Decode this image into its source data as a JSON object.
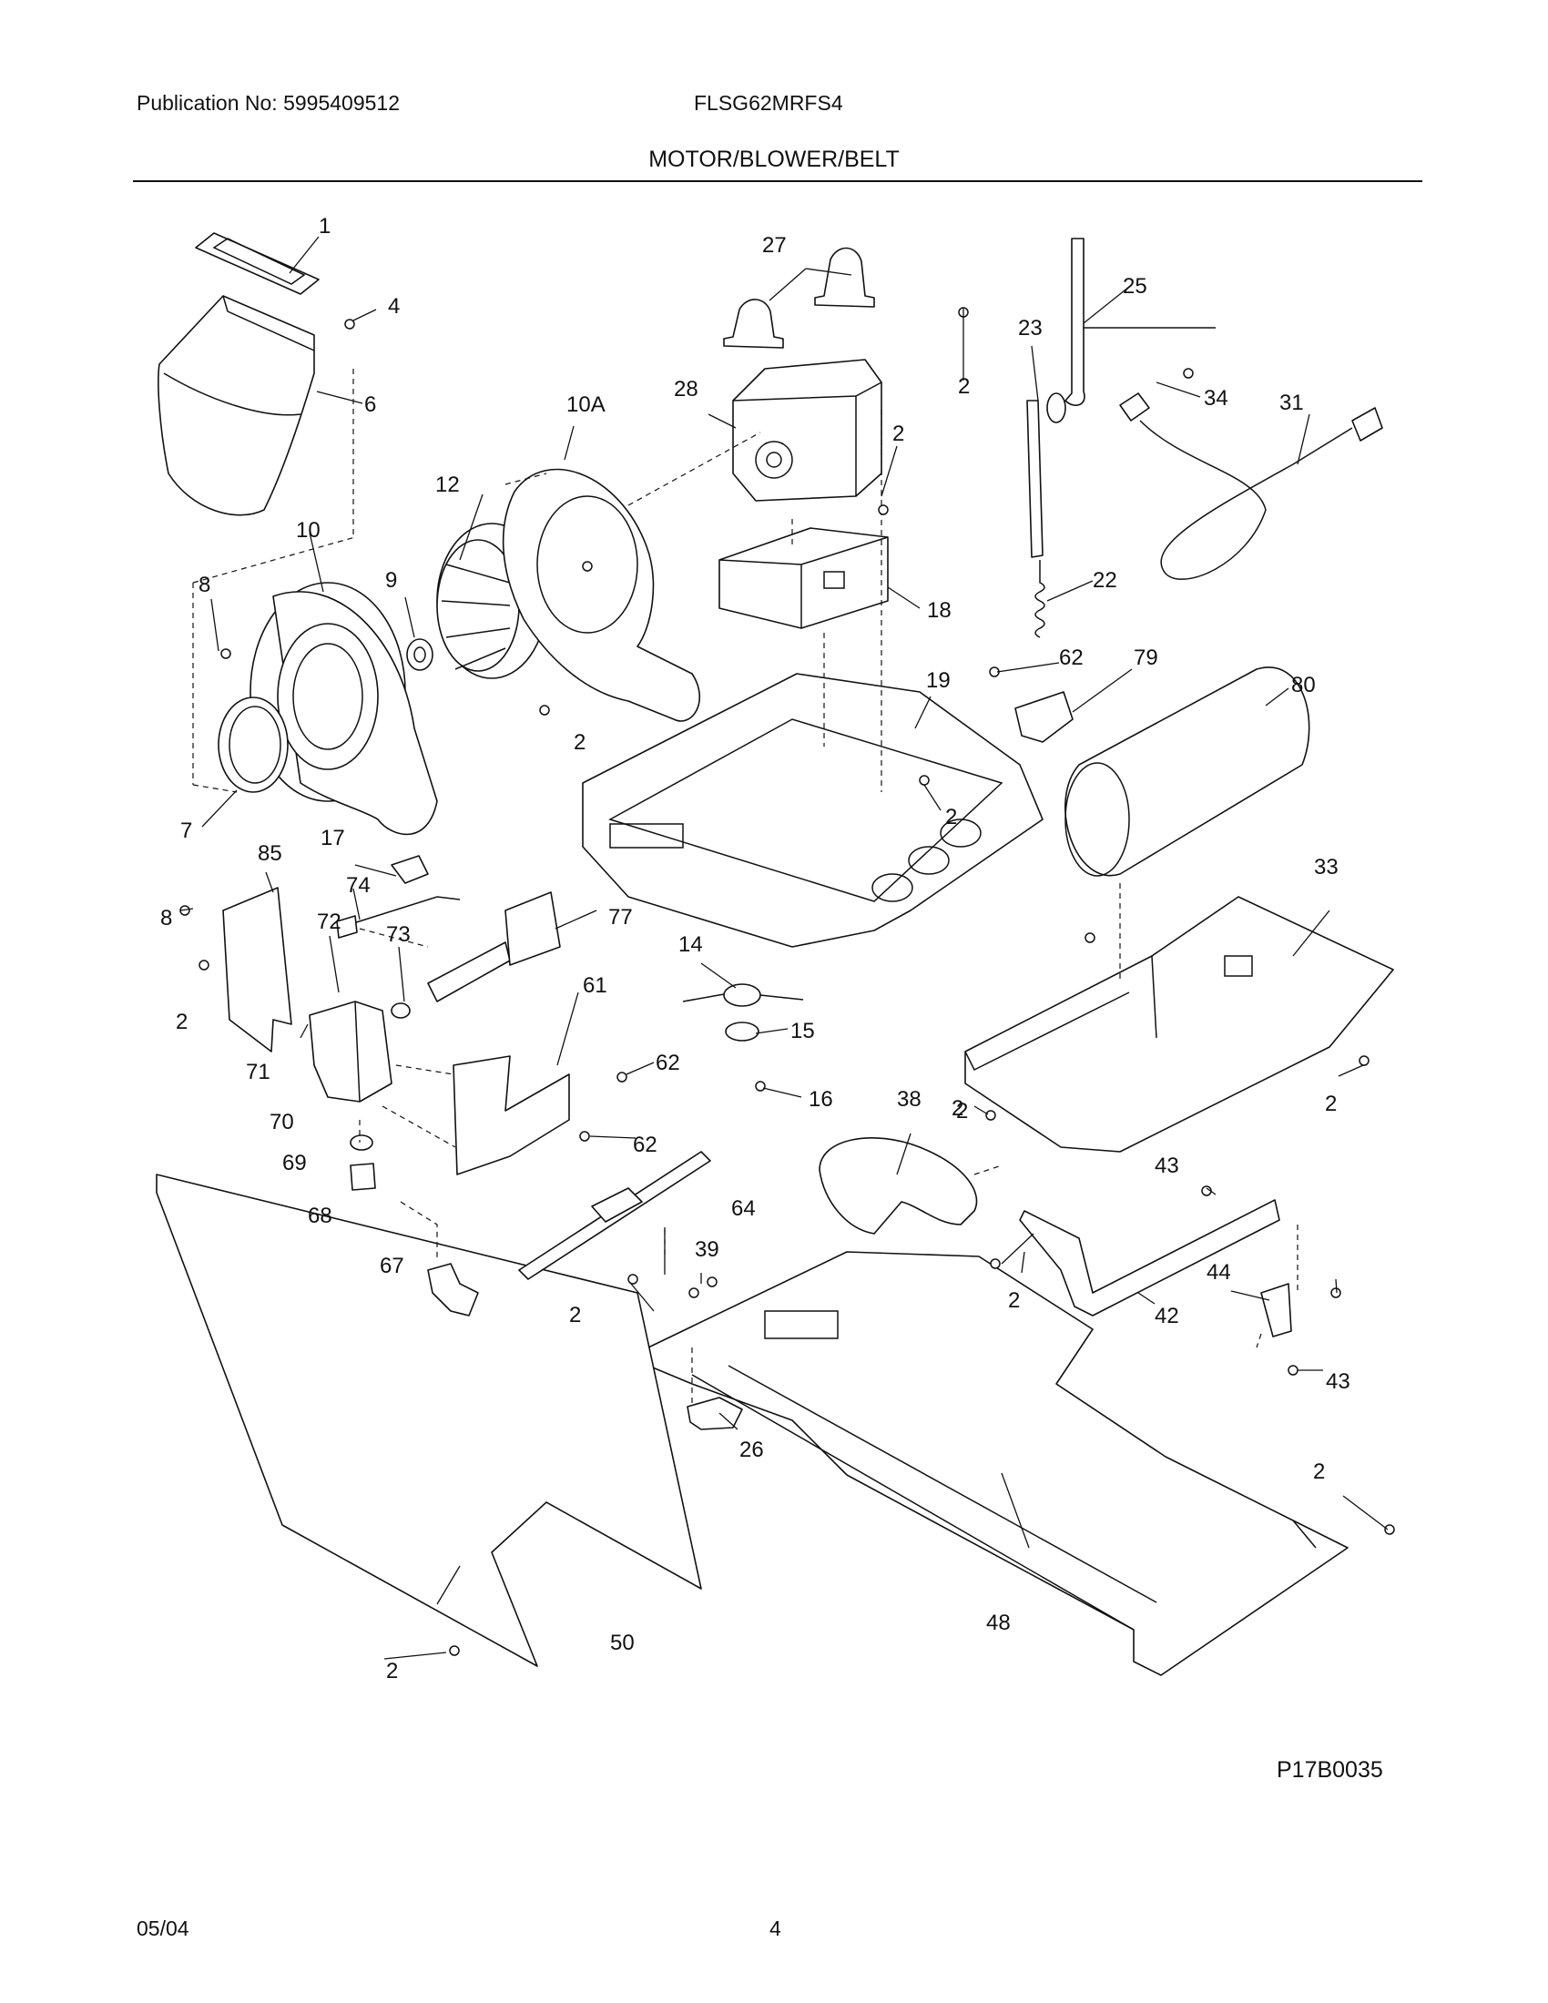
{
  "header": {
    "publication": "Publication No: 5995409512",
    "model": "FLSG62MRFS4",
    "section_title": "MOTOR/BLOWER/BELT"
  },
  "diagram": {
    "callouts": [
      "1",
      "4",
      "6",
      "10A",
      "12",
      "10",
      "9",
      "8",
      "7",
      "2",
      "27",
      "28",
      "2",
      "2",
      "18",
      "25",
      "23",
      "34",
      "31",
      "22",
      "62",
      "79",
      "80",
      "19",
      "2",
      "85",
      "17",
      "74",
      "8",
      "72",
      "77",
      "73",
      "2",
      "71",
      "70",
      "61",
      "62",
      "62",
      "14",
      "15",
      "16",
      "69",
      "68",
      "64",
      "38",
      "2",
      "2",
      "33",
      "2",
      "43",
      "67",
      "39",
      "2",
      "42",
      "2",
      "44",
      "43",
      "26",
      "2",
      "50",
      "48",
      "2"
    ]
  },
  "footer": {
    "figure_code": "P17B0035",
    "date": "05/04",
    "page_number": "4"
  }
}
